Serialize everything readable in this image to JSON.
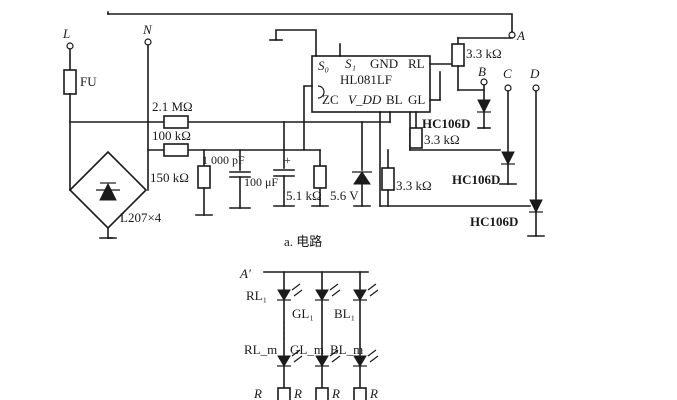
{
  "terminals": {
    "L": "L",
    "N": "N",
    "A": "A",
    "B": "B",
    "C": "C",
    "D": "D",
    "A_prime": "A′"
  },
  "components": {
    "fuse": "FU",
    "r_2m1": "2.1 MΩ",
    "r_100k": "100 kΩ",
    "r_150k": "150 kΩ",
    "c_1000p": "1 000 pF",
    "c_100u": "100 μF",
    "r_5k1": "5.1 kΩ",
    "z_5v6": "5.6 V",
    "r_3k3_top": "3.3 kΩ",
    "r_3k3_mid": "3.3 kΩ",
    "r_3k3_bot": "3.3 kΩ",
    "scr_1": "HC106D",
    "scr_2": "HC106D",
    "scr_3": "HC106D",
    "bridge": "L207×4"
  },
  "ic": {
    "name": "HL081LF",
    "pin_s0": "S₀",
    "pin_s1": "S₁",
    "pin_gnd": "GND",
    "pin_rl": "RL",
    "pin_zc": "ZC",
    "pin_vdd": "V_DD",
    "pin_bl": "BL",
    "pin_gl": "GL"
  },
  "captions": {
    "part_a": "a. 电路"
  },
  "led_array": {
    "row1": [
      "RL₁",
      "GL₁",
      "BL₁"
    ],
    "row2": [
      "RL_m",
      "GL_m",
      "BL_m"
    ],
    "bottom": [
      "R",
      "R",
      "R",
      "R"
    ]
  }
}
